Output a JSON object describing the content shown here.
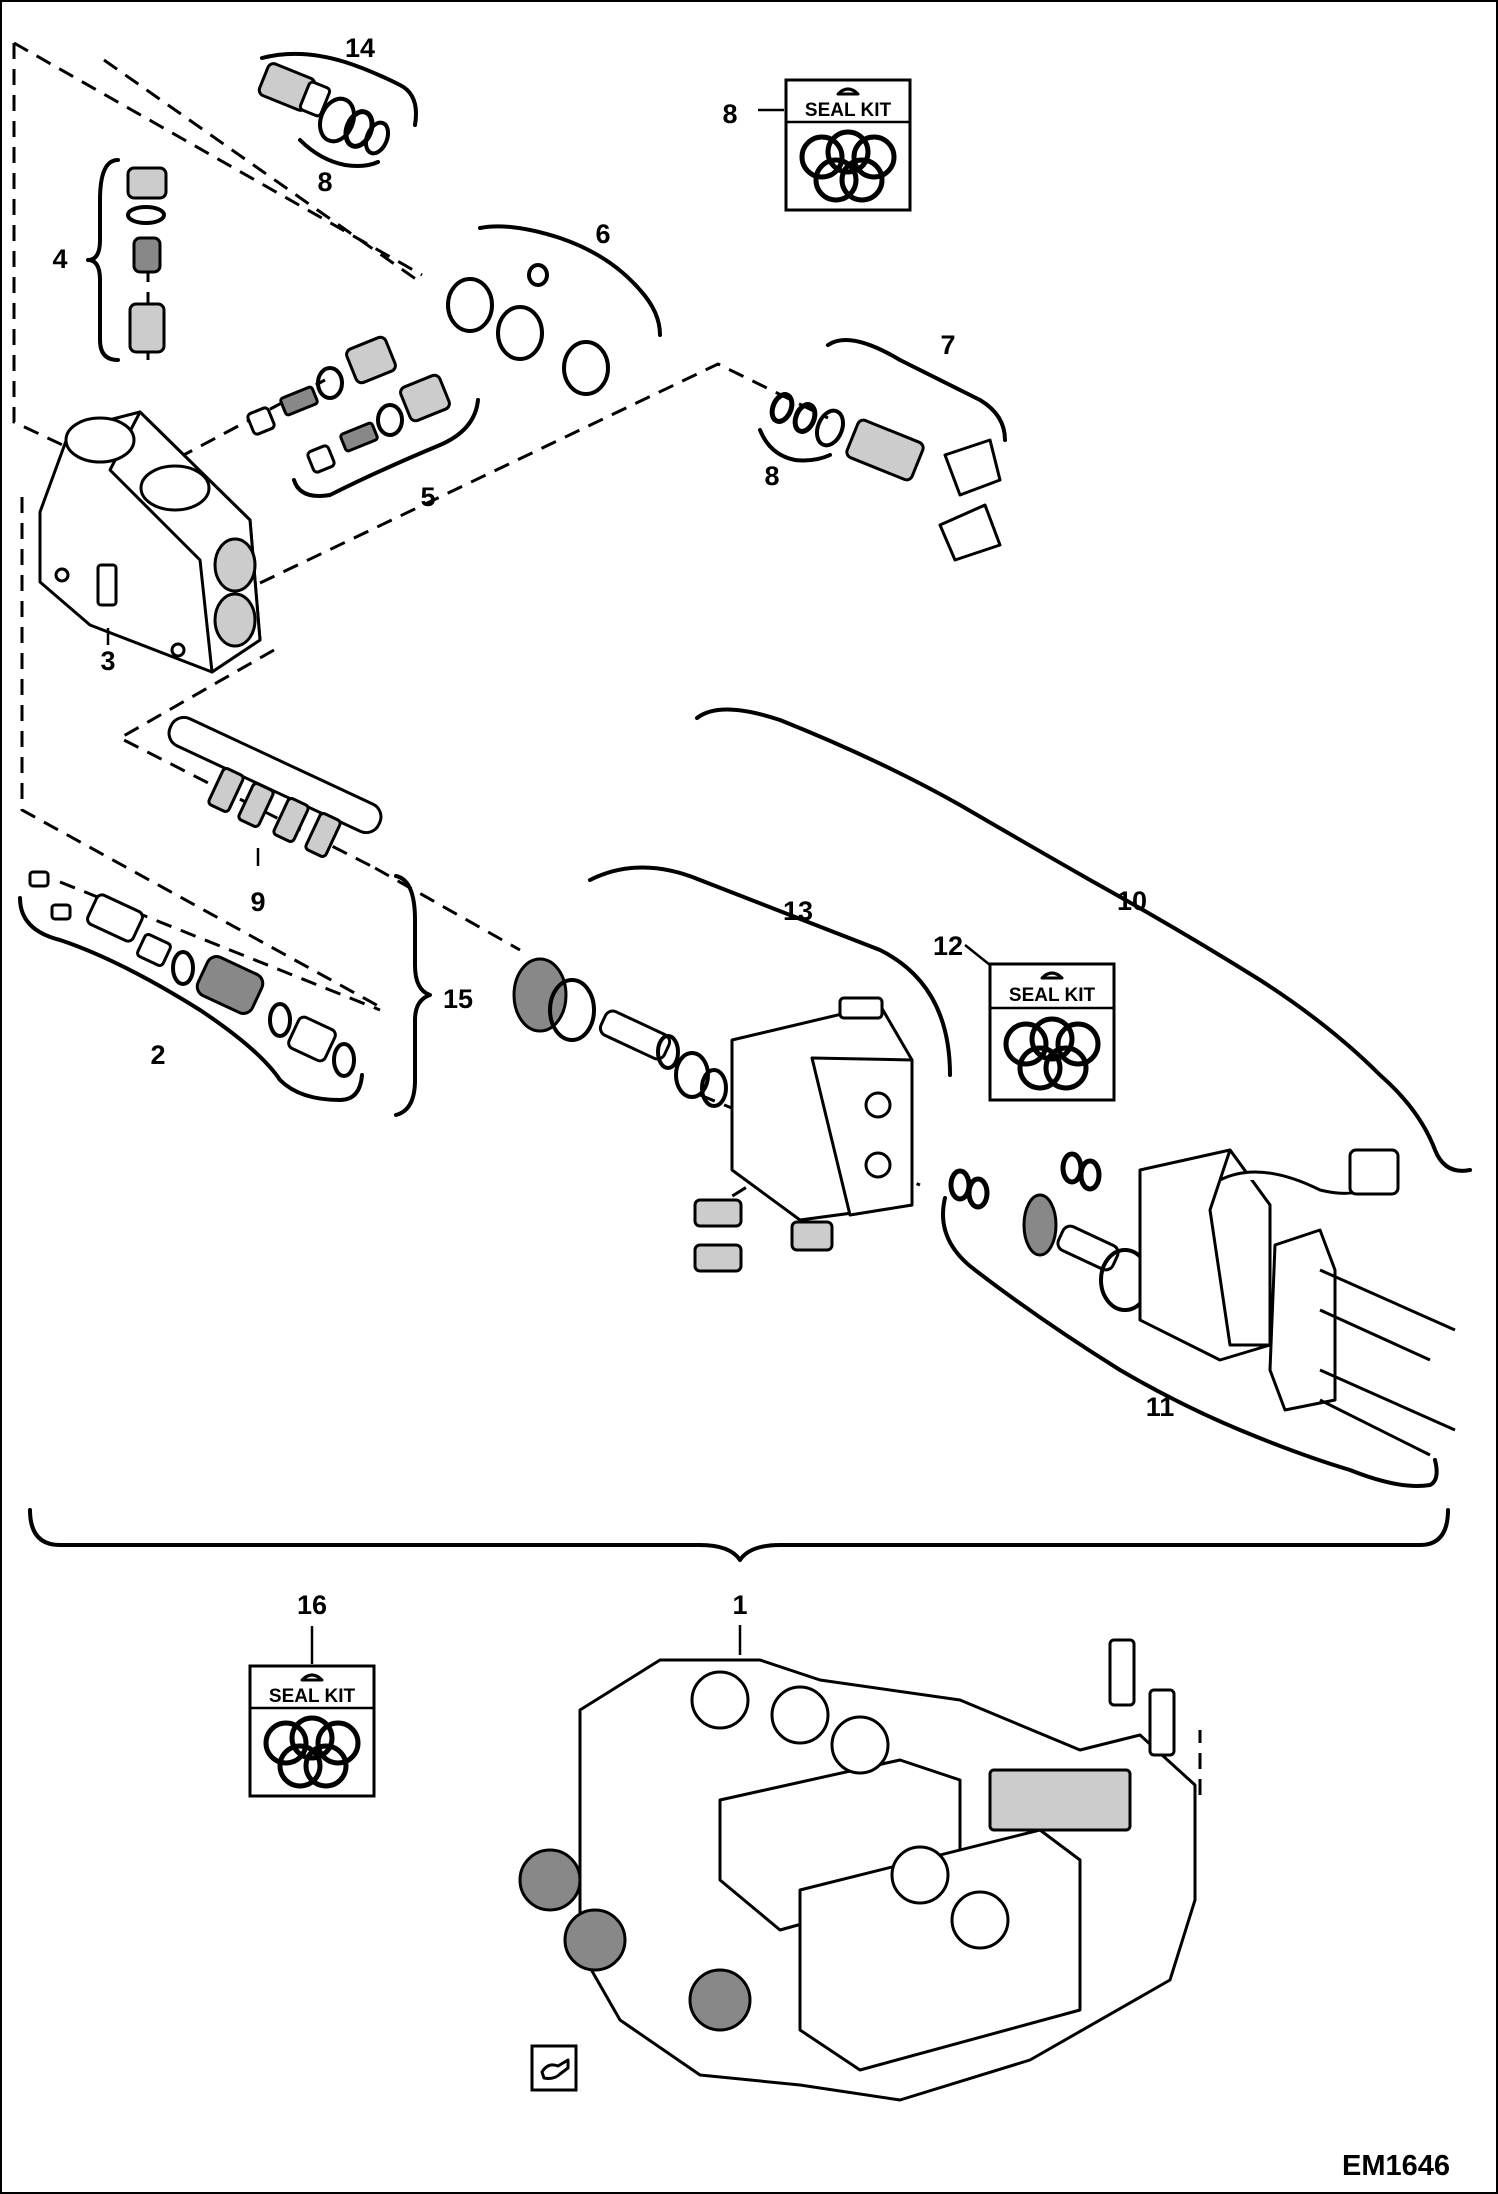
{
  "figure_id": "EM1646",
  "seal_kit_label": "SEAL KIT",
  "callouts": [
    "1",
    "2",
    "3",
    "4",
    "5",
    "6",
    "7",
    "8",
    "9",
    "10",
    "11",
    "12",
    "13",
    "14",
    "15",
    "16"
  ],
  "callout_8_repeat": "8"
}
